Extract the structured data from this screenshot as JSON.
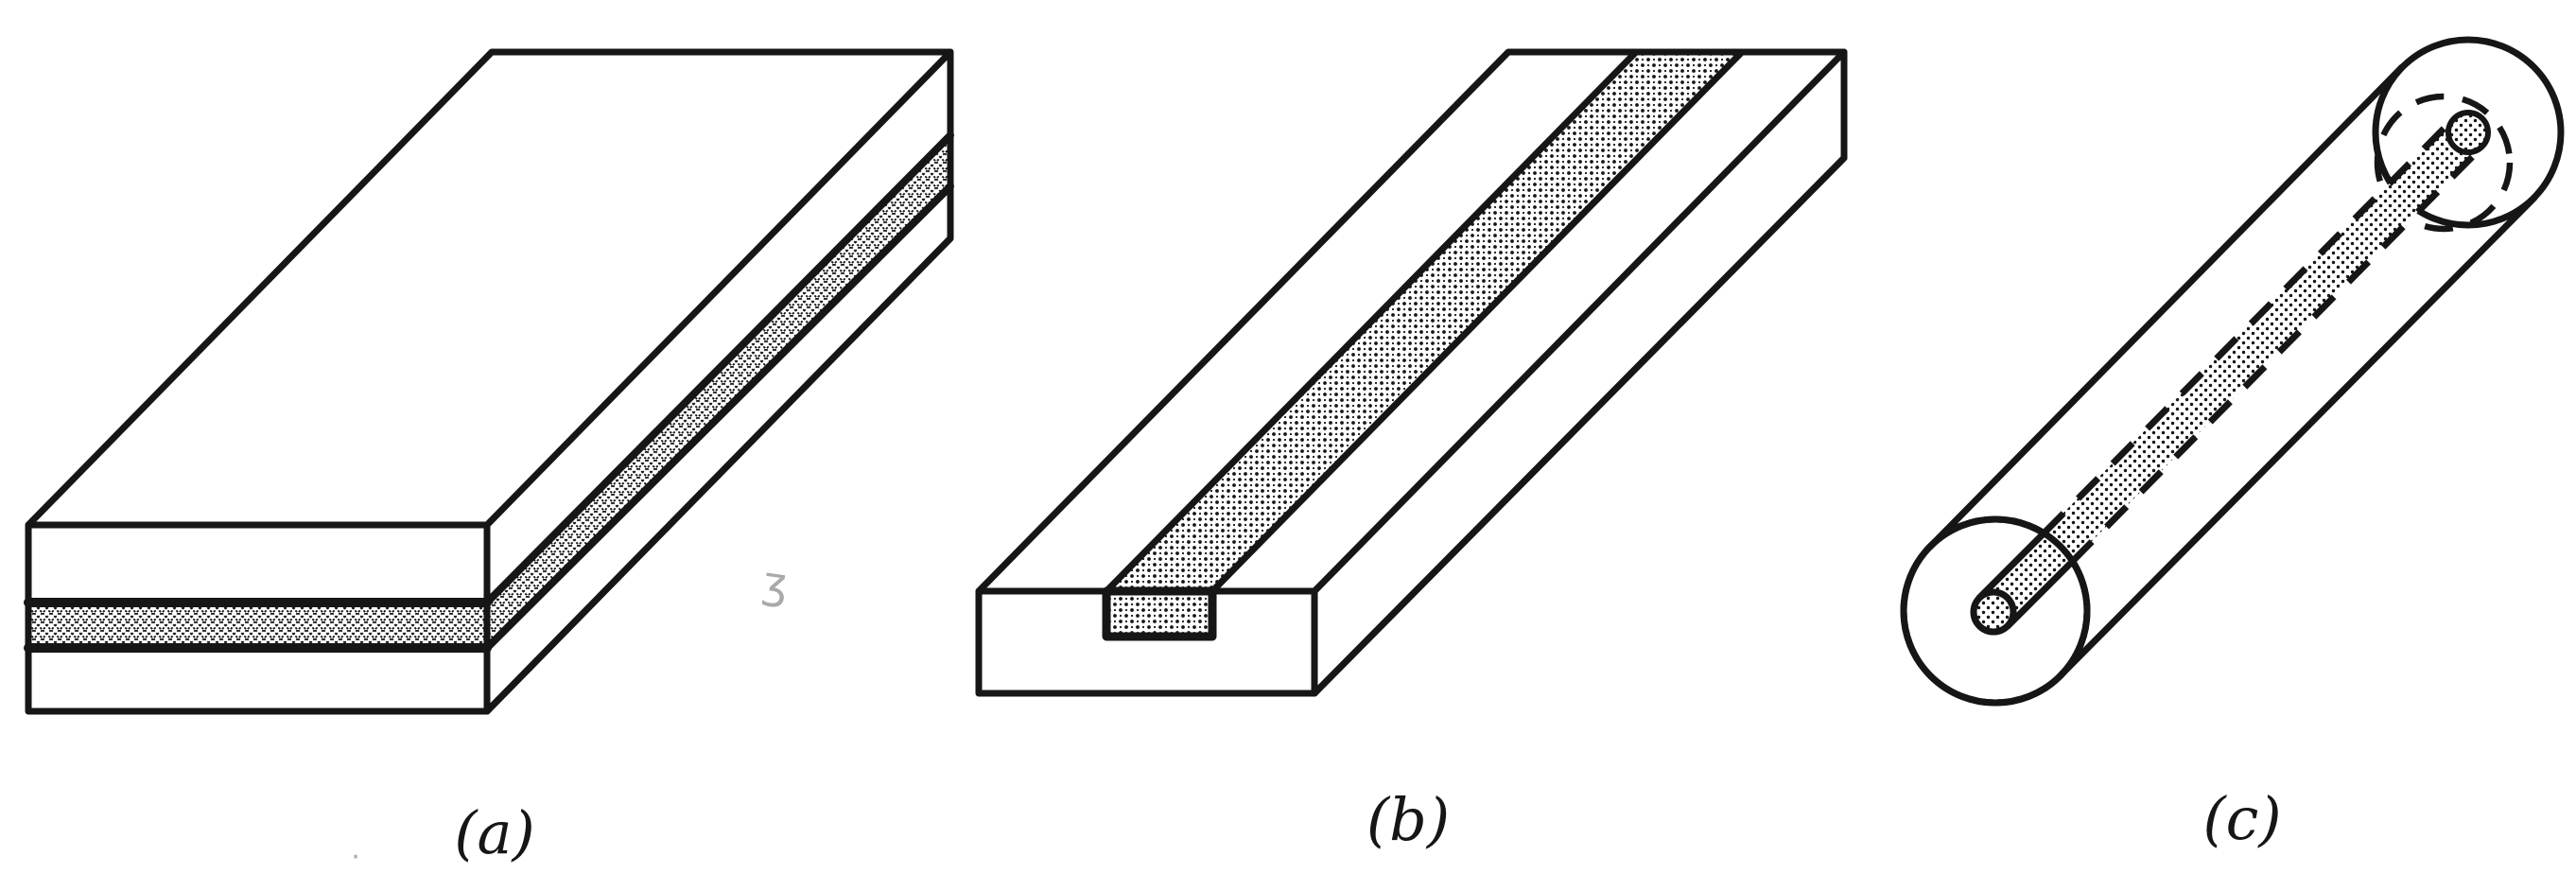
{
  "page": {
    "background": "#ffffff",
    "ink_color": "#161616",
    "panel_labels": [
      {
        "id": "a",
        "label": "(a)"
      },
      {
        "id": "b",
        "label": "(b)"
      },
      {
        "id": "c",
        "label": "(c)"
      }
    ],
    "artifacts": {
      "squiggle": "ʒ",
      "speck": "·"
    }
  }
}
